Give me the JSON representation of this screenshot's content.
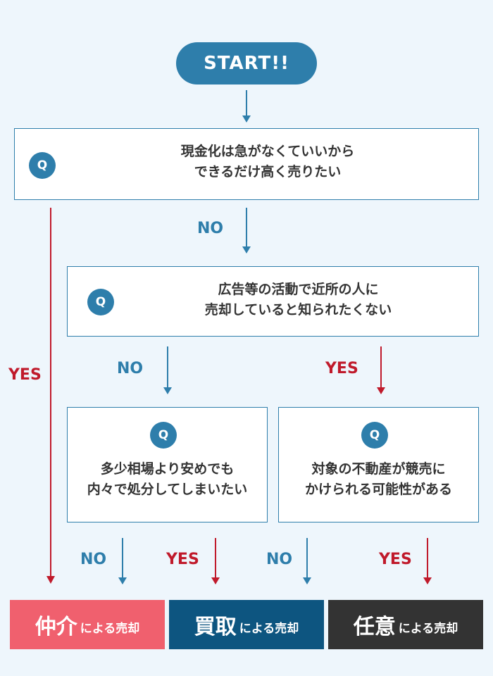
{
  "start_label": "START!!",
  "q_symbol": "Q",
  "questions": {
    "q1": {
      "line1": "現金化は急がなくていいから",
      "line2": "できるだけ高く売りたい"
    },
    "q2": {
      "line1": "広告等の活動で近所の人に",
      "line2": "売却していると知られたくない"
    },
    "q3": {
      "line1": "多少相場より安めでも",
      "line2": "内々で処分してしまいたい"
    },
    "q4": {
      "line1": "対象の不動産が競売に",
      "line2": "かけられる可能性がある"
    }
  },
  "labels": {
    "yes": "YES",
    "no": "NO"
  },
  "results": {
    "chukai": {
      "big": "仲介",
      "small": "による売却"
    },
    "kaitori": {
      "big": "買取",
      "small": "による売却"
    },
    "nini": {
      "big": "任意",
      "small": "による売却"
    }
  },
  "colors": {
    "background": "#eef6fc",
    "blue": "#2e7eab",
    "red": "#c01a2b",
    "pink": "#f0606e",
    "navy": "#0d5580",
    "dark": "#333333"
  }
}
